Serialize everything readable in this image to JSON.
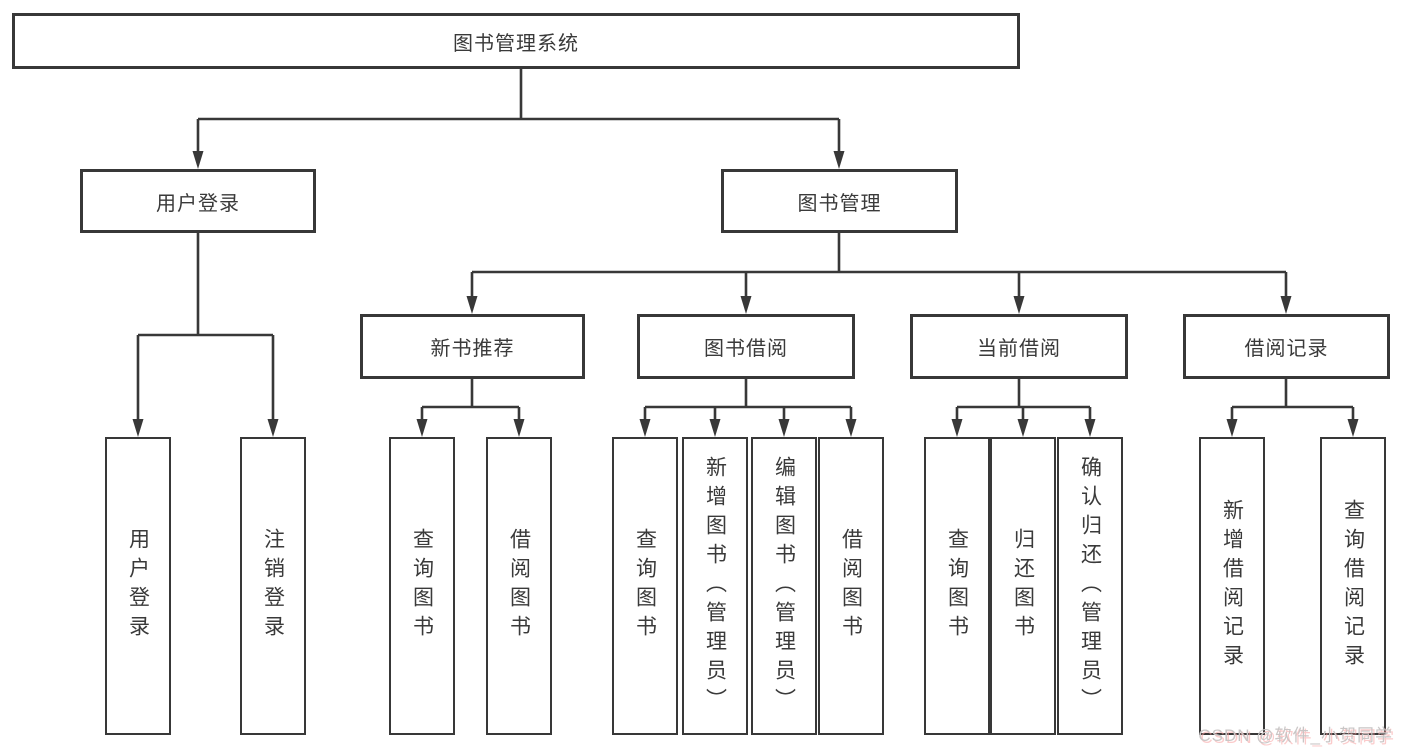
{
  "diagram": {
    "colors": {
      "line": "#383838",
      "box_border": "#383838",
      "box_fill": "#ffffff",
      "text": "#3a3a3a",
      "background": "#ffffff",
      "watermark_gray": "#c9c6c6",
      "watermark_pink": "#f7a0a0"
    },
    "tree": {
      "label": "图书管理系统",
      "children": [
        {
          "label": "用户登录",
          "children": [
            {
              "label": "用户登录"
            },
            {
              "label": "注销登录"
            }
          ]
        },
        {
          "label": "图书管理",
          "children": [
            {
              "label": "新书推荐",
              "children": [
                {
                  "label": "查询图书"
                },
                {
                  "label": "借阅图书"
                }
              ]
            },
            {
              "label": "图书借阅",
              "children": [
                {
                  "label": "查询图书"
                },
                {
                  "label": "新增图书（管理员）"
                },
                {
                  "label": "编辑图书（管理员）"
                },
                {
                  "label": "借阅图书"
                }
              ]
            },
            {
              "label": "当前借阅",
              "children": [
                {
                  "label": "查询图书"
                },
                {
                  "label": "归还图书"
                },
                {
                  "label": "确认归还（管理员）"
                }
              ]
            },
            {
              "label": "借阅记录",
              "children": [
                {
                  "label": "新增借阅记录"
                },
                {
                  "label": "查询借阅记录"
                }
              ]
            }
          ]
        }
      ]
    },
    "watermark": "CSDN @软件_小贺同学"
  }
}
